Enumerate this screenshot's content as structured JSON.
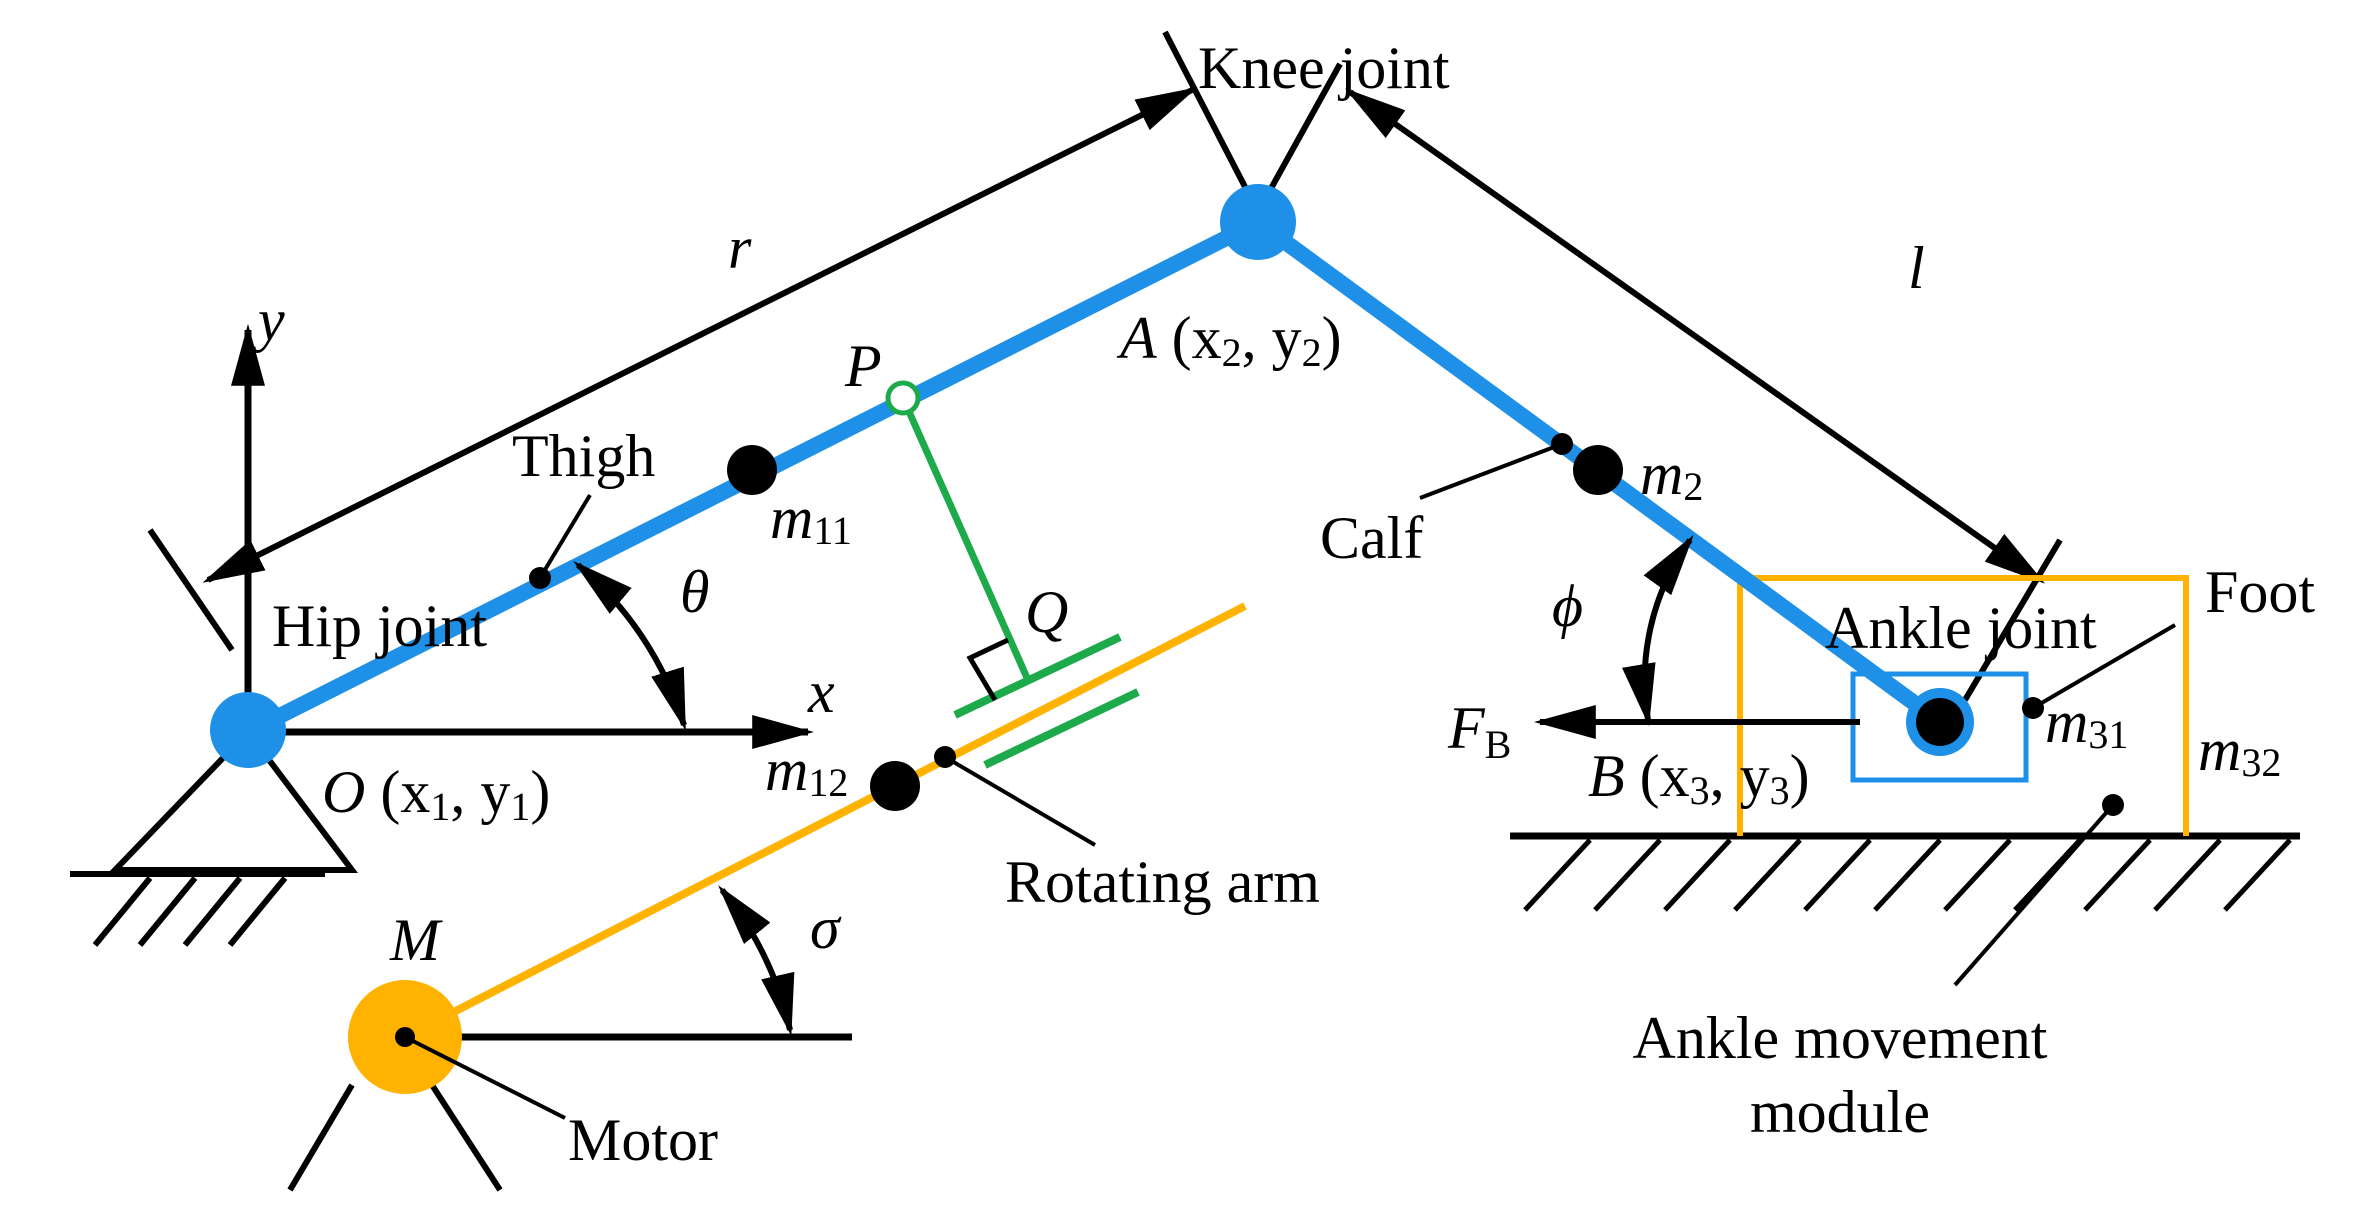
{
  "colors": {
    "link_blue": "#1E90E8",
    "arm_orange": "#FFB300",
    "guide_green": "#1DAA4A",
    "ink": "#000000"
  },
  "labels": {
    "knee_joint": "Knee joint",
    "hip_joint": "Hip joint",
    "thigh": "Thigh",
    "calf": "Calf",
    "foot": "Foot",
    "ankle_joint": "Ankle joint",
    "rotating_arm": "Rotating arm",
    "motor": "Motor",
    "ankle_module_line1": "Ankle movement",
    "ankle_module_line2": "module"
  },
  "symbols": {
    "r": "r",
    "l": "l",
    "y_axis": "y",
    "x_axis": "x",
    "theta": "θ",
    "phi": "ϕ",
    "sigma": "σ",
    "P": "P",
    "Q": "Q",
    "M": "M",
    "F": "F",
    "F_sub": "B"
  },
  "points": {
    "O": {
      "name": "O",
      "open": " (x",
      "s1": "1",
      "mid": ", y",
      "s2": "1",
      "close": ")"
    },
    "A": {
      "name": "A",
      "open": " (x",
      "s1": "2",
      "mid": ", y",
      "s2": "2",
      "close": ")"
    },
    "B": {
      "name": "B",
      "open": " (x",
      "s1": "3",
      "mid": ", y",
      "s2": "3",
      "close": ")"
    }
  },
  "masses": {
    "m11": {
      "m": "m",
      "sub": "11"
    },
    "m12": {
      "m": "m",
      "sub": "12"
    },
    "m2": {
      "m": "m",
      "sub": "2"
    },
    "m31": {
      "m": "m",
      "sub": "31"
    },
    "m32": {
      "m": "m",
      "sub": "32"
    }
  }
}
